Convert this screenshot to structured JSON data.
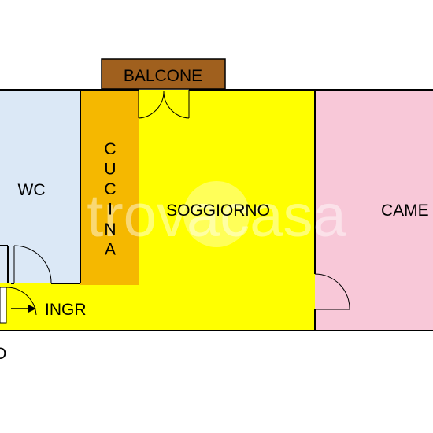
{
  "rooms": {
    "balcone": {
      "label": "BALCONE",
      "color": "#a0601e"
    },
    "wc": {
      "label": "WC",
      "color": "#dbe8f6"
    },
    "cucina": {
      "label": "CUCINA",
      "color": "#f5b800"
    },
    "soggiorno": {
      "label": "SOGGIORNO",
      "color": "#ffff00"
    },
    "camera": {
      "label": "CAME",
      "color": "#f8c8d8"
    },
    "ingresso": {
      "label": "INGR",
      "color": "#ffff00"
    }
  },
  "edge_fragment": "O",
  "watermark": {
    "text": "trovacasa"
  },
  "colors": {
    "wall": "#000000",
    "background": "#ffffff"
  }
}
